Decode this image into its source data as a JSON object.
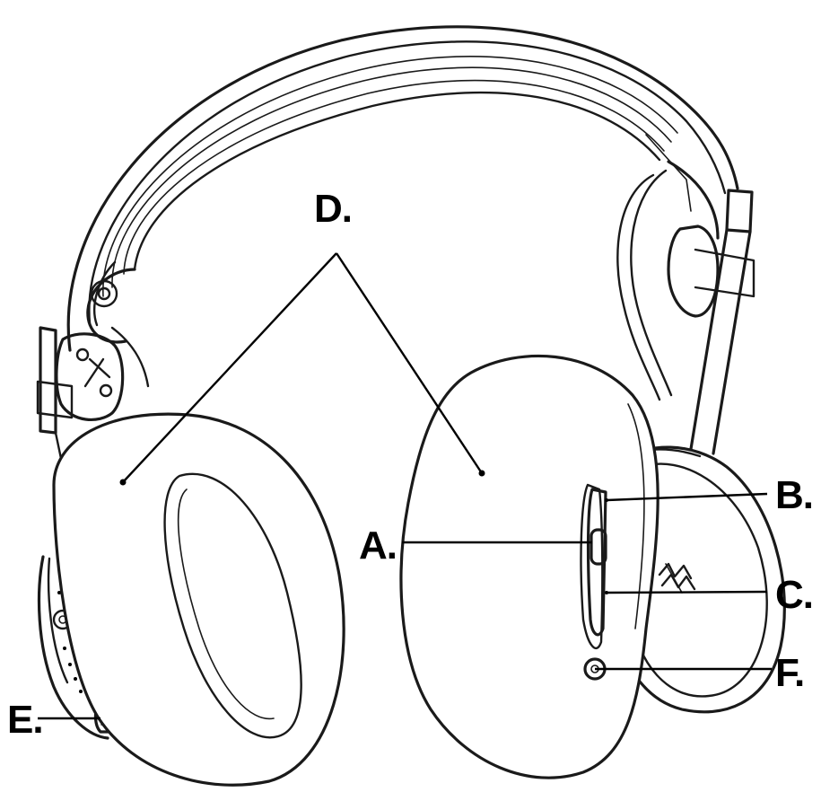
{
  "callouts": {
    "a": "A.",
    "b": "B.",
    "c": "C.",
    "d": "D.",
    "e": "E.",
    "f": "F."
  },
  "colors": {
    "ink": "#1a1a1a",
    "background": "#ffffff"
  }
}
